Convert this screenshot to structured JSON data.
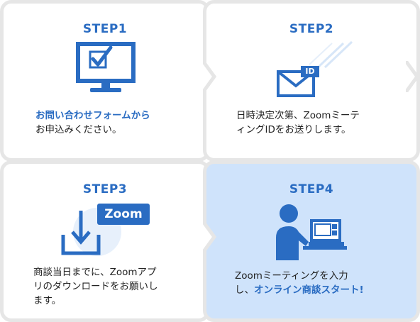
{
  "steps": [
    {
      "title": "STEP1",
      "icon": "monitor-check-icon",
      "line1_blue": "お問い合わせフォームから",
      "line2": "お申込みください。"
    },
    {
      "title": "STEP2",
      "icon": "email-id-icon",
      "id_badge": "ID",
      "line1": "日時決定次第、Zoomミーテ",
      "line2": "ィングIDをお送りします。"
    },
    {
      "title": "STEP3",
      "icon": "download-icon",
      "badge": "Zoom",
      "line1": "商談当日までに、Zoomアプ",
      "line2": "リのダウンロードをお願いし",
      "line3": "ます。"
    },
    {
      "title": "STEP4",
      "icon": "person-at-computer-icon",
      "line1": "Zoomミーティングを入力",
      "line2_prefix": "し、",
      "line2_blue": "オンライン商談スタート!"
    }
  ],
  "colors": {
    "accent": "#2a6cc2",
    "card_border": "#e6e6e6",
    "active_bg": "#cfe3fb"
  }
}
